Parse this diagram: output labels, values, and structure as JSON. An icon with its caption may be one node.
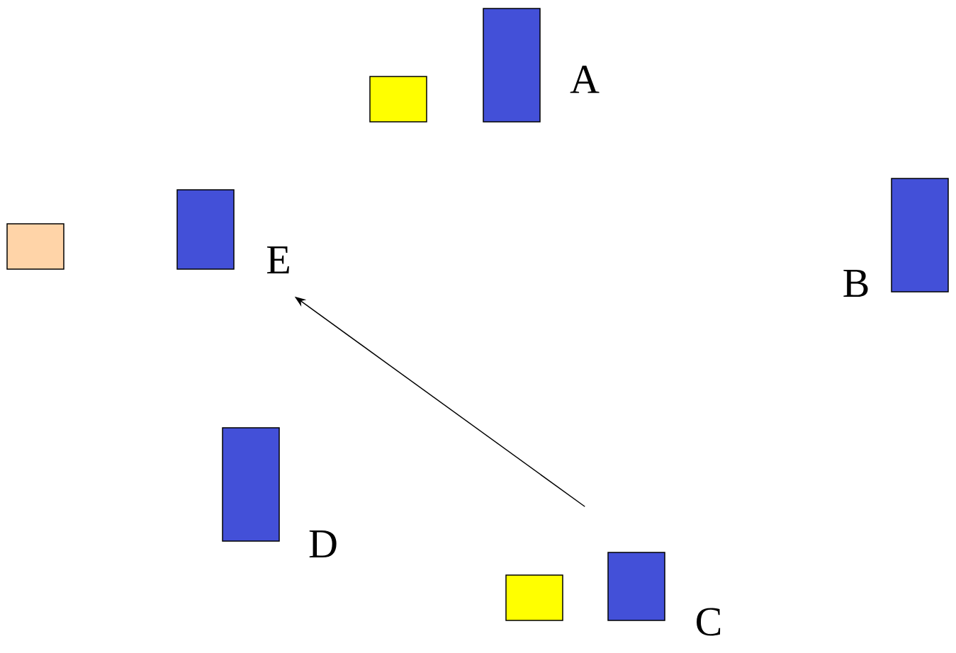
{
  "diagram": {
    "nodes": [
      {
        "text": [],
        "shape": "box"
      },
      {
        "text": [],
        "shape": "box",
        "beside": [
          "A"
        ]
      },
      {
        "text": [],
        "shape": "box"
      },
      {
        "text": [],
        "shape": "box",
        "beside": [
          "E"
        ]
      },
      {
        "text": [],
        "shape": "box",
        "beside": [
          "B"
        ]
      },
      {
        "text": [],
        "shape": "box",
        "beside": [
          "D"
        ]
      },
      {
        "text": [],
        "shape": "box"
      },
      {
        "text": [],
        "shape": "box",
        "beside": [
          "C"
        ]
      }
    ],
    "edges": [
      {
        "from": 7,
        "to": 3,
        "arrow": "to"
      }
    ]
  }
}
